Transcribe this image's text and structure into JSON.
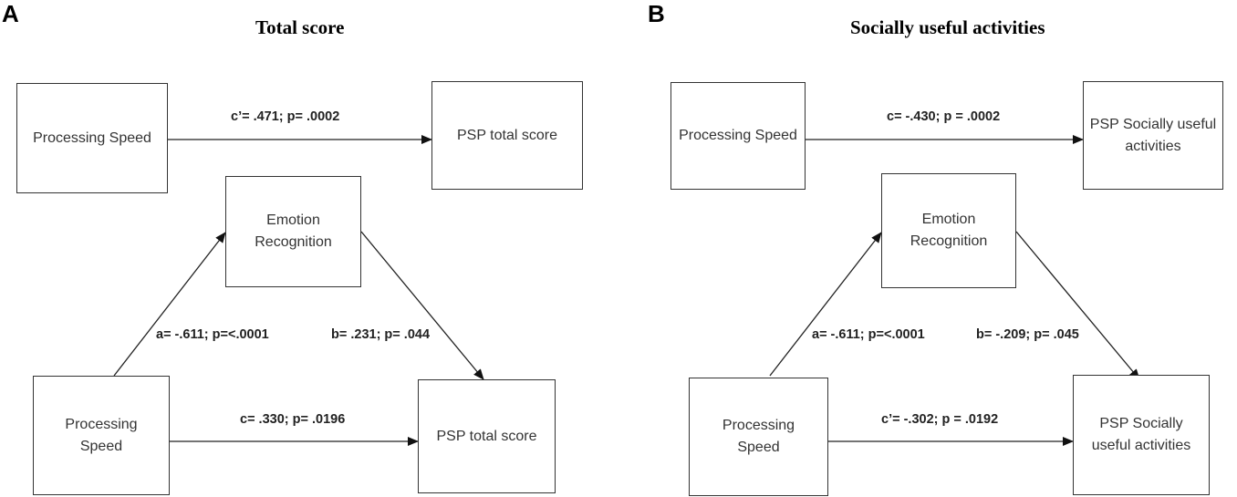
{
  "panel_a": {
    "letter": "A",
    "title": "Total score",
    "top_model": {
      "predictor": "Processing Speed",
      "outcome": "PSP total score",
      "path_c": "c’= .471;  p= .0002"
    },
    "mediation_model": {
      "predictor_line1": "Processing",
      "predictor_line2": "Speed",
      "mediator_line1": "Emotion",
      "mediator_line2": "Recognition",
      "outcome": "PSP total score",
      "path_a": "a= -.611;  p=<.0001",
      "path_b": "b= .231;  p= .044",
      "path_c": "c= .330;  p= .0196"
    }
  },
  "panel_b": {
    "letter": "B",
    "title": "Socially useful activities",
    "top_model": {
      "predictor": "Processing Speed",
      "outcome_line1": "PSP Socially useful",
      "outcome_line2": "activities",
      "path_c": "c= -.430;  p = .0002"
    },
    "mediation_model": {
      "predictor_line1": "Processing",
      "predictor_line2": "Speed",
      "mediator_line1": "Emotion",
      "mediator_line2": "Recognition",
      "outcome_line1": "PSP Socially",
      "outcome_line2": "useful activities",
      "path_a": "a= -.611;  p=<.0001",
      "path_b": "b= -.209;  p= .045",
      "path_c": "c’= -.302;  p = .0192"
    }
  }
}
